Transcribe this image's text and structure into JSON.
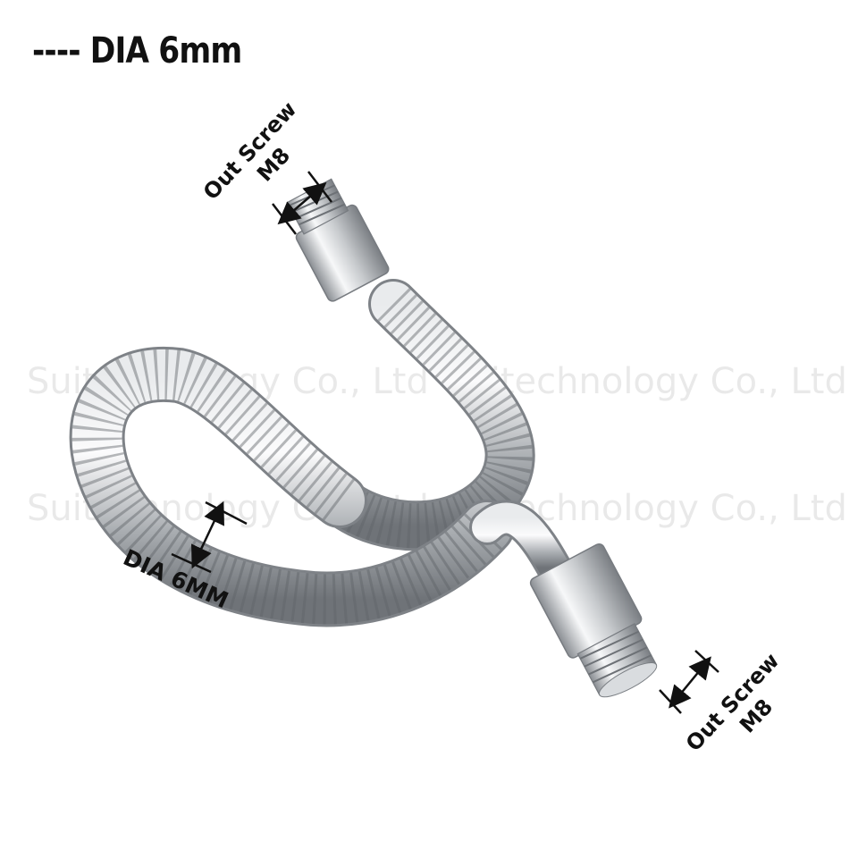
{
  "header": {
    "title": "---- DIA 6mm"
  },
  "labels": {
    "top_screw_line1": "Out Screw",
    "top_screw_line2": "M8",
    "bottom_screw_line1": "Out Screw",
    "bottom_screw_line2": "M8",
    "diameter": "DIA 6MM"
  },
  "watermark": {
    "row1_left": "Suitechnology Co., Ltd",
    "row1_right": "Suitechnology Co., Ltd",
    "row2_left": "Suitechnology Co., Ltd",
    "row2_right": "Suitechnology Co., Ltd"
  },
  "colors": {
    "metal_light": "#f2f3f4",
    "metal_mid": "#b9bcbf",
    "metal_dark": "#7f8387",
    "ink": "#111111"
  }
}
